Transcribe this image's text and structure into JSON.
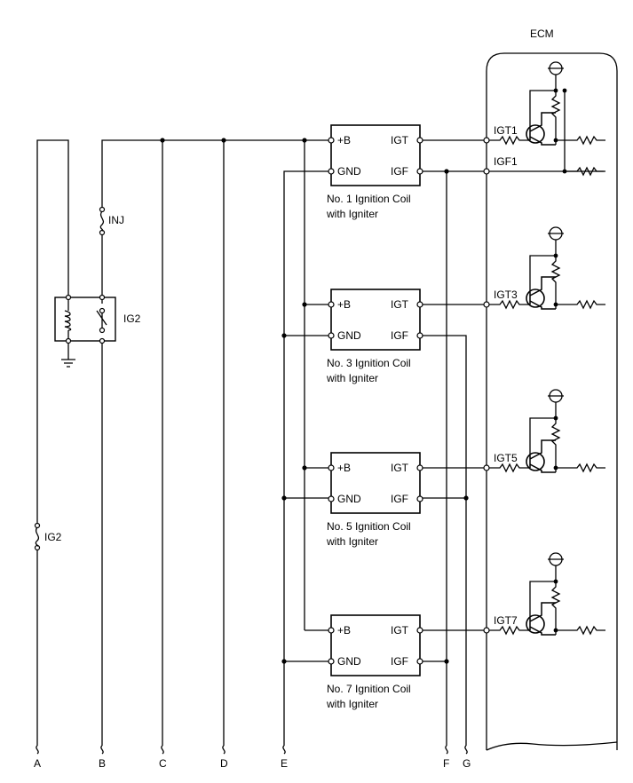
{
  "ecm": {
    "label": "ECM"
  },
  "relay": {
    "label": "IG2"
  },
  "fuses": {
    "inj": "INJ",
    "ig2": "IG2"
  },
  "coils": [
    {
      "pin_b": "+B",
      "pin_gnd": "GND",
      "pin_igt": "IGT",
      "pin_igf": "IGF",
      "name_line1": "No. 1 Ignition Coil",
      "name_line2": "with Igniter"
    },
    {
      "pin_b": "+B",
      "pin_gnd": "GND",
      "pin_igt": "IGT",
      "pin_igf": "IGF",
      "name_line1": "No. 3 Ignition Coil",
      "name_line2": "with Igniter"
    },
    {
      "pin_b": "+B",
      "pin_gnd": "GND",
      "pin_igt": "IGT",
      "pin_igf": "IGF",
      "name_line1": "No. 5 Ignition Coil",
      "name_line2": "with Igniter"
    },
    {
      "pin_b": "+B",
      "pin_gnd": "GND",
      "pin_igt": "IGT",
      "pin_igf": "IGF",
      "name_line1": "No. 7 Ignition Coil",
      "name_line2": "with Igniter"
    }
  ],
  "ecm_pins": {
    "igt1": "IGT1",
    "igf1": "IGF1",
    "igt3": "IGT3",
    "igt5": "IGT5",
    "igt7": "IGT7"
  },
  "connectors": [
    "A",
    "B",
    "C",
    "D",
    "E",
    "F",
    "G"
  ]
}
